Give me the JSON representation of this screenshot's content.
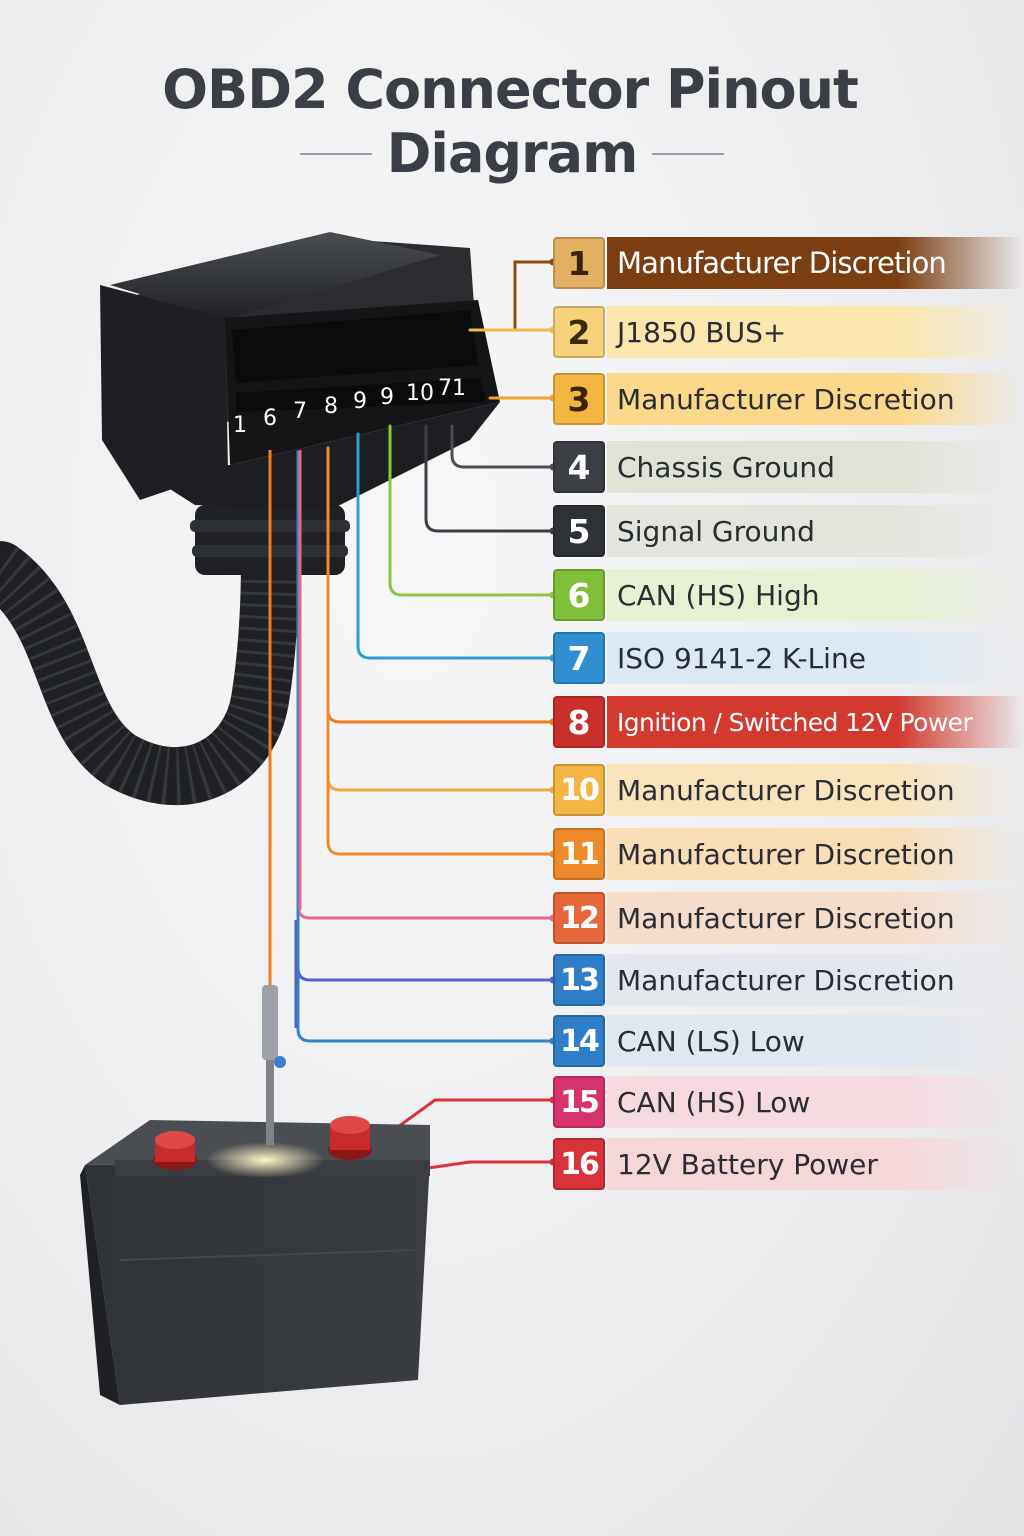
{
  "title": {
    "line1": "OBD2 Connector Pinout",
    "line2": "Diagram"
  },
  "connector_numbers": [
    "1",
    "6",
    "7",
    "8",
    "9",
    "9",
    "10",
    "71"
  ],
  "pins": [
    {
      "num": "1",
      "label": "Manufacturer Discretion",
      "color": "#8a4a14",
      "badge_bg": "#e3b061",
      "badge_fg": "#3a2308",
      "label_bg": "#7a3e12",
      "label_fg": "#ffffff"
    },
    {
      "num": "2",
      "label": "J1850 BUS+",
      "color": "#f0bb44",
      "badge_bg": "#f7d27b",
      "badge_fg": "#3a2a08",
      "label_bg": "#fbe6ad",
      "label_fg": "#2a2d33"
    },
    {
      "num": "3",
      "label": "Manufacturer Discretion",
      "color": "#f0a32c",
      "badge_bg": "#f5b543",
      "badge_fg": "#3a2308",
      "label_bg": "#fcd88a",
      "label_fg": "#2a2d33"
    },
    {
      "num": "4",
      "label": "Chassis Ground",
      "color": "#4a4e54",
      "badge_bg": "#3b3f45",
      "badge_fg": "#ffffff",
      "label_bg": "#dfe3d6",
      "label_fg": "#2a2d33"
    },
    {
      "num": "5",
      "label": "Signal Ground",
      "color": "#3b3f45",
      "badge_bg": "#2e3237",
      "badge_fg": "#ffffff",
      "label_bg": "#e2e5dc",
      "label_fg": "#2a2d33"
    },
    {
      "num": "6",
      "label": "CAN (HS) High",
      "color": "#8cc63f",
      "badge_bg": "#7fbf3a",
      "badge_fg": "#ffffff",
      "label_bg": "#e6f0d3",
      "label_fg": "#2a2d33"
    },
    {
      "num": "7",
      "label": "ISO 9141-2 K-Line",
      "color": "#2f9fd0",
      "badge_bg": "#2f8fd0",
      "badge_fg": "#ffffff",
      "label_bg": "#dbe9f4",
      "label_fg": "#2a2d33"
    },
    {
      "num": "8",
      "label": "Ignition / Switched 12V Power",
      "color": "#ee7a22",
      "badge_bg": "#c9302c",
      "badge_fg": "#ffffff",
      "label_bg": "#d23a30",
      "label_fg": "#ffffff"
    },
    {
      "num": "10",
      "label": "Manufacturer Discretion",
      "color": "#f2a640",
      "badge_bg": "#f5b543",
      "badge_fg": "#ffffff",
      "label_bg": "#f8e3bd",
      "label_fg": "#2a2d33"
    },
    {
      "num": "11",
      "label": "Manufacturer Discretion",
      "color": "#ef8a2a",
      "badge_bg": "#ef8a2a",
      "badge_fg": "#ffffff",
      "label_bg": "#f8ddb6",
      "label_fg": "#2a2d33"
    },
    {
      "num": "12",
      "label": "Manufacturer Discretion",
      "color": "#e8678b",
      "badge_bg": "#e8673a",
      "badge_fg": "#ffffff",
      "label_bg": "#f6dccb",
      "label_fg": "#2a2d33"
    },
    {
      "num": "13",
      "label": "Manufacturer Discretion",
      "color": "#4f63c9",
      "badge_bg": "#2f7fc8",
      "badge_fg": "#ffffff",
      "label_bg": "#e4e8ee",
      "label_fg": "#2a2d33"
    },
    {
      "num": "14",
      "label": "CAN (LS) Low",
      "color": "#2f86c8",
      "badge_bg": "#2f7fc8",
      "badge_fg": "#ffffff",
      "label_bg": "#dfe7f0",
      "label_fg": "#2a2d33"
    },
    {
      "num": "15",
      "label": "CAN (HS) Low",
      "color": "#d8323a",
      "badge_bg": "#d6336e",
      "badge_fg": "#ffffff",
      "label_bg": "#f7d9e0",
      "label_fg": "#2a2d33"
    },
    {
      "num": "16",
      "label": "12V Battery Power",
      "color": "#d8323a",
      "badge_bg": "#d8323a",
      "badge_fg": "#ffffff",
      "label_bg": "#f6d7d8",
      "label_fg": "#2a2d33"
    }
  ]
}
